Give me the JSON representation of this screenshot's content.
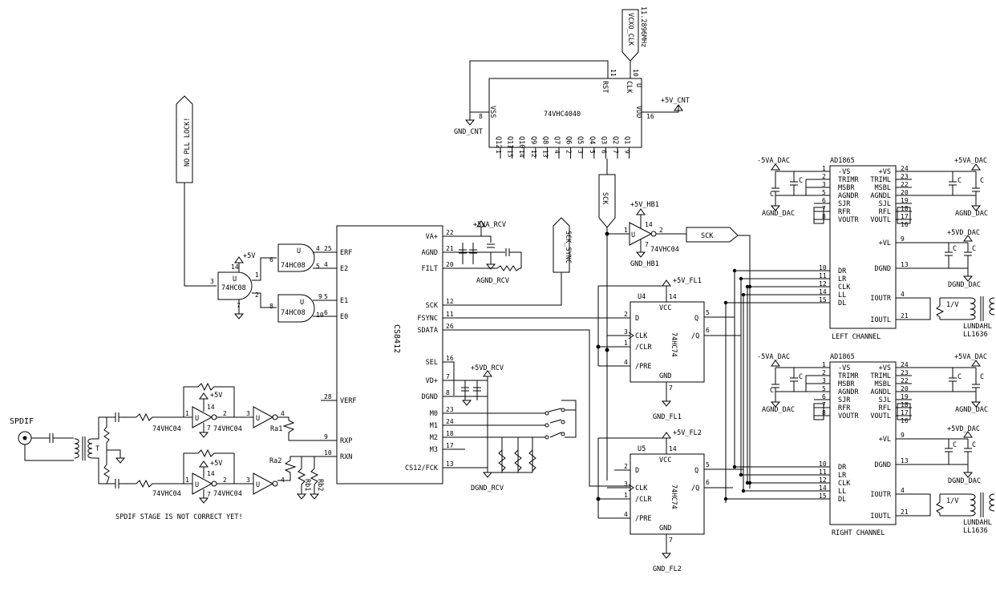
{
  "vcxo": {
    "net": "VCXO_CLK",
    "freq": "11.2896MHz"
  },
  "counter": {
    "part": "74VHC4040",
    "rst": "RST",
    "clk": "CLK",
    "u": "U",
    "vss": "VSS",
    "vdd": "VDD",
    "pin11": "11",
    "pin10": "10",
    "pin8": "8",
    "pin16": "16",
    "outputs": [
      "Q12",
      "Q11",
      "Q10",
      "Q9",
      "Q8",
      "Q7",
      "Q6",
      "Q5",
      "Q4",
      "Q3",
      "Q2",
      "Q1"
    ],
    "out_pins": [
      "1",
      "15",
      "14",
      "12",
      "13",
      "4",
      "2",
      "3",
      "5",
      "6",
      "7",
      "9"
    ],
    "gnd": "GND_CNT",
    "vdd_net": "+5V_CNT"
  },
  "nopll": "NO PLL LOCK!",
  "sck_flag": "SCK",
  "hb1": {
    "part": "74VHC04",
    "u": "U",
    "pwr": "+5V_HB1",
    "gnd": "GND_HB1",
    "pin_in": "1",
    "pin_out": "2",
    "pin14": "14",
    "pin7": "7",
    "out_net": "SCK"
  },
  "receiver": {
    "part": "CS8412",
    "left_pins": [
      {
        "n": "ERF",
        "p": "25"
      },
      {
        "n": "E2",
        "p": "4"
      },
      {
        "n": "E1",
        "p": "5"
      },
      {
        "n": "E0",
        "p": "6"
      },
      {
        "n": "VERF",
        "p": "28"
      },
      {
        "n": "RXP",
        "p": "9"
      },
      {
        "n": "RXN",
        "p": "10"
      }
    ],
    "right_pins": [
      {
        "n": "VA+",
        "p": "22"
      },
      {
        "n": "AGND",
        "p": "21"
      },
      {
        "n": "FILT",
        "p": "20"
      },
      {
        "n": "SCK",
        "p": "12"
      },
      {
        "n": "FSYNC",
        "p": "11"
      },
      {
        "n": "SDATA",
        "p": "26"
      },
      {
        "n": "SEL",
        "p": "16"
      },
      {
        "n": "VD+",
        "p": "7"
      },
      {
        "n": "DGND",
        "p": "8"
      },
      {
        "n": "M0",
        "p": "23"
      },
      {
        "n": "M1",
        "p": "24"
      },
      {
        "n": "M2",
        "p": "18"
      },
      {
        "n": "M3",
        "p": "17"
      },
      {
        "n": "CS12/FCK",
        "p": "13"
      }
    ],
    "va_net": "+5VA_RCV",
    "agnd_net": "AGND_RCV",
    "vd_net": "+5VD_RCV",
    "dgnd_net": "DGND_RCV",
    "sync_flag": "SCK_SYNC"
  },
  "gates": {
    "and_part": "74HC08",
    "u": "U",
    "pwr": "+5V",
    "p14": "14",
    "p7": "7",
    "p3": "3",
    "p1": "1",
    "p2": "2",
    "g1": [
      "4",
      "6",
      "5"
    ],
    "g2": [
      "9",
      "8",
      "10"
    ]
  },
  "spdif": {
    "label": "SPDIF",
    "inv": "74VHC04",
    "u": "U",
    "pwr": "+5V",
    "p1": "1",
    "p2": "2",
    "p14": "14",
    "p7": "7",
    "p3": "3",
    "p4": "4",
    "t": "T",
    "ra1": "Ra1",
    "ra2": "Ra2",
    "rb1": "Rb1",
    "rb2": "Rb2",
    "note": "SPDIF STAGE IS NOT CORRECT YET!"
  },
  "flip": [
    {
      "u": "U4",
      "part": "74HC74",
      "pwr": "+5V_FL1",
      "gnd": "GND_FL1"
    },
    {
      "u": "U5",
      "part": "74HC74",
      "pwr": "+5V_FL2",
      "gnd": "GND_FL2"
    }
  ],
  "ff_pins": {
    "d": "D",
    "clk": "CLK",
    "clr": "/CLR",
    "pre": "/PRE",
    "vcc": "VCC",
    "gnd": "GND",
    "q": "Q",
    "nq": "/Q",
    "p14": "14",
    "p2": "2",
    "p3": "3",
    "p1": "1",
    "p4": "4",
    "p7": "7",
    "p5": "5",
    "p6": "6"
  },
  "dac": [
    {
      "part": "AD1865",
      "channel": "LEFT CHANNEL"
    },
    {
      "part": "AD1865",
      "channel": "RIGHT CHANNEL"
    }
  ],
  "dac_pins": {
    "left": [
      {
        "n": "-VS",
        "p": "1"
      },
      {
        "n": "TRIMR",
        "p": "2"
      },
      {
        "n": "MSBR",
        "p": "3"
      },
      {
        "n": "AGNDR",
        "p": "5"
      },
      {
        "n": "SJR",
        "p": "6"
      },
      {
        "n": "RFR",
        "p": "7"
      },
      {
        "n": "VOUTR",
        "p": "8"
      }
    ],
    "right": [
      {
        "n": "+VS",
        "p": "24"
      },
      {
        "n": "TRIML",
        "p": "23"
      },
      {
        "n": "MSBL",
        "p": "22"
      },
      {
        "n": "AGNDL",
        "p": "20"
      },
      {
        "n": "SJL",
        "p": "19"
      },
      {
        "n": "RFL",
        "p": "18"
      },
      {
        "n": "VOUTL",
        "p": "17"
      }
    ],
    "p16": "16",
    "digital": [
      {
        "n": "DR",
        "p": "10"
      },
      {
        "n": "LR",
        "p": "11"
      },
      {
        "n": "CLK",
        "p": "12"
      },
      {
        "n": "LL",
        "p": "14"
      },
      {
        "n": "DL",
        "p": "15"
      }
    ],
    "vl": {
      "n": "+VL",
      "p": "9"
    },
    "dgnd": {
      "n": "DGND",
      "p": "13"
    },
    "ioutr": {
      "n": "IOUTR",
      "p": "4"
    },
    "ioutl": {
      "n": "IOUTL",
      "p": "21"
    },
    "neg_a": "-5VA_DAC",
    "pos_a": "+5VA_DAC",
    "agnd": "AGND_DAC",
    "pos_d": "+5VD_DAC",
    "dgnd_net": "DGND_DAC",
    "cap": "C",
    "ratio": "1/V",
    "xfmr": "LUNDAHL",
    "xfmr_part": "LL1636"
  }
}
